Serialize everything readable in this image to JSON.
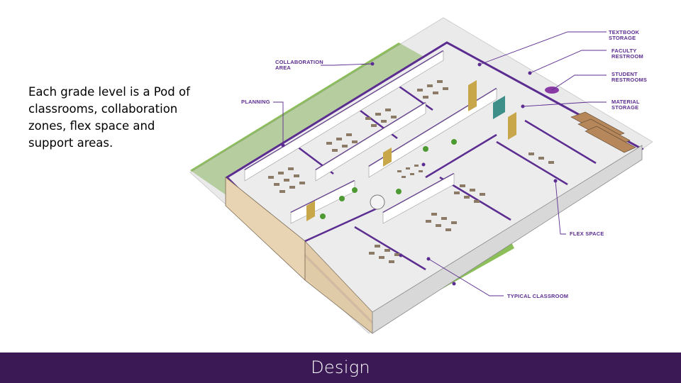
{
  "slide": {
    "body_text": "Each grade level is a Pod of classrooms, collaboration zones, flex space and support areas.",
    "footer_title": "Design"
  },
  "diagram": {
    "labels": {
      "collaboration_area": "COLLABORATION AREA",
      "planning": "PLANNING",
      "textbook_storage": "TEXTBOOK STORAGE",
      "faculty_restroom": "FACULTY RESTROOM",
      "student_restrooms": "STUDENT RESTROOMS",
      "material_storage": "MATERIAL STORAGE",
      "flex_space": "FLEX SPACE",
      "typical_classroom": "TYPICAL CLASSROOM"
    }
  },
  "colors": {
    "accent_purple": "#5c2d91",
    "footer_bg": "#3a1955",
    "lawn_green": "#8cbf5a",
    "floor_gray": "#e6e6e6",
    "wall_beige": "#e8d3b2",
    "furniture_brown": "#8a7a66",
    "accent_yellow": "#c8a64a"
  }
}
